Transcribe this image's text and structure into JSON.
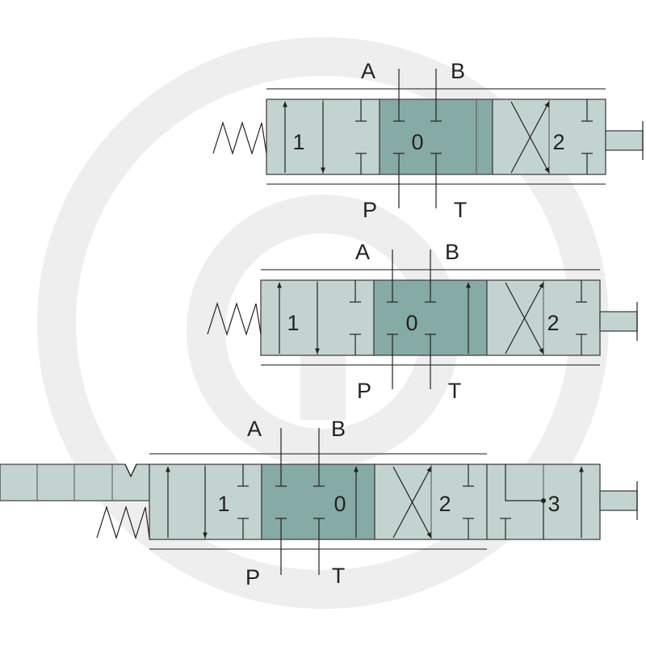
{
  "colors": {
    "light_cell": "#c3d4d0",
    "center_cell": "#86aaa5",
    "watermark": "#eeeeee",
    "line": "#222222"
  },
  "watermark": {
    "icon": "circled-g-logo-watermark"
  },
  "valves": [
    {
      "ports_top": [
        "A",
        "B"
      ],
      "ports_bottom": [
        "P",
        "T"
      ],
      "positions": [
        "1",
        "0",
        "2"
      ]
    },
    {
      "ports_top": [
        "A",
        "B"
      ],
      "ports_bottom": [
        "P",
        "T"
      ],
      "positions": [
        "1",
        "0",
        "2"
      ]
    },
    {
      "ports_top": [
        "A",
        "B"
      ],
      "ports_bottom": [
        "P",
        "T"
      ],
      "positions": [
        "1",
        "0",
        "2",
        "3"
      ]
    }
  ]
}
